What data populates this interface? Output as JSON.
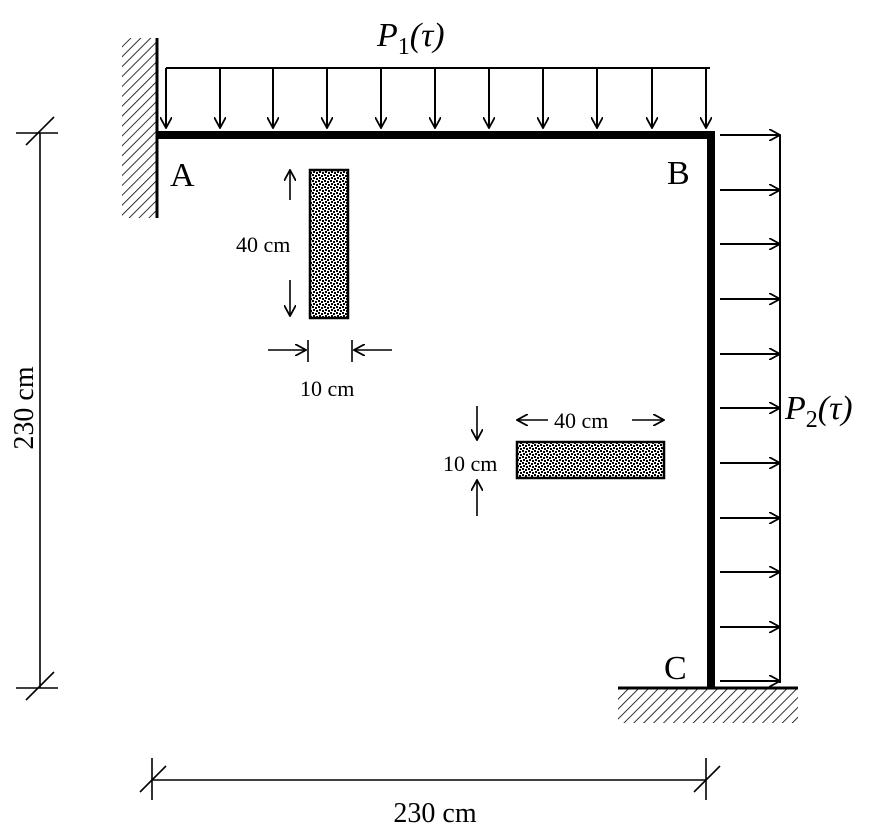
{
  "loads": {
    "p1": {
      "symbol": "P",
      "subscript": "1",
      "arg": "(τ)"
    },
    "p2": {
      "symbol": "P",
      "subscript": "2",
      "arg": "(τ)"
    }
  },
  "nodes": {
    "a": "A",
    "b": "B",
    "c": "C"
  },
  "dimensions": {
    "height": "230 cm",
    "width": "230 cm"
  },
  "sections": {
    "column_section": {
      "height": "40 cm",
      "width": "10 cm"
    },
    "beam_section": {
      "width": "40 cm",
      "height": "10 cm"
    }
  }
}
